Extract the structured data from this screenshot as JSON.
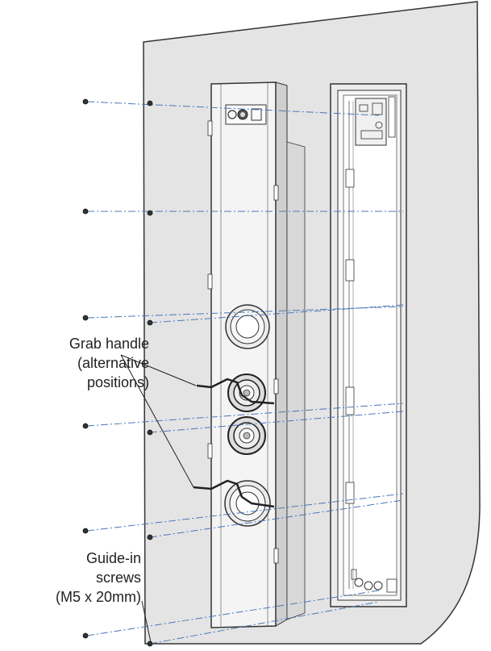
{
  "labels": {
    "grab_handle": {
      "lines": [
        "Grab handle",
        "(alternative",
        "positions)"
      ]
    },
    "guide_screws": {
      "lines": [
        "Guide-in",
        "screws",
        "(M5 x 20mm)"
      ]
    }
  },
  "colors": {
    "wall": "#e4e4e4",
    "line": "#333333",
    "dash": "#4a78b8",
    "panel": "#f4f4f4",
    "text": "#222222"
  }
}
